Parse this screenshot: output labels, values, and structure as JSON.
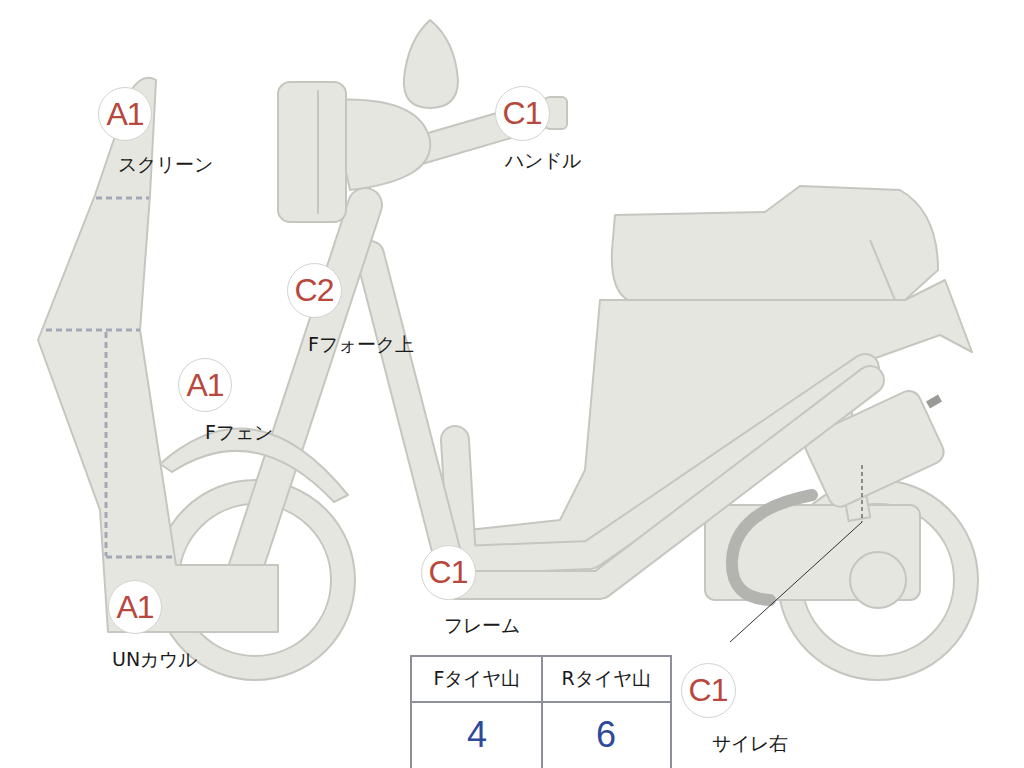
{
  "diagram": {
    "nodes": [
      {
        "text": [
          "A1",
          "スクリーン"
        ]
      },
      {
        "text": [
          "C1",
          "ハンドル"
        ]
      },
      {
        "text": [
          "C2",
          "Fフォーク上"
        ]
      },
      {
        "text": [
          "A1",
          "Fフェン"
        ]
      },
      {
        "text": [
          "C1",
          "フレーム"
        ]
      },
      {
        "text": [
          "A1",
          "UNカウル"
        ]
      },
      {
        "text": [
          "C1",
          "サイレ右"
        ]
      }
    ],
    "labels": [
      "Fタイヤ山",
      "Rタイヤ山",
      "4",
      "6"
    ]
  }
}
